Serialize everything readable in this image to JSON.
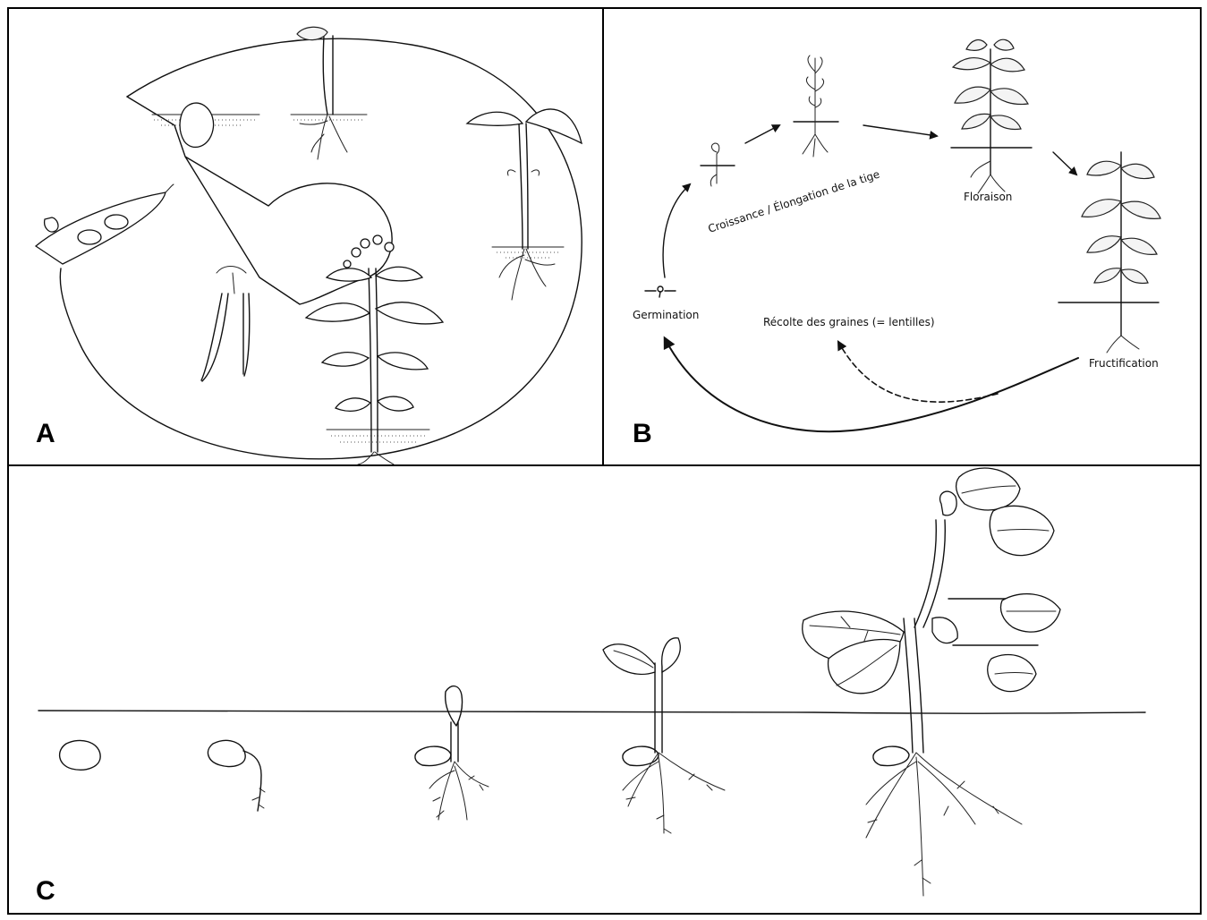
{
  "panels": {
    "a": {
      "letter": "A"
    },
    "b": {
      "letter": "B",
      "labels": {
        "germination": "Germination",
        "croissance": "Croissance / Élongation de la tige",
        "floraison": "Floraison",
        "fructification": "Fructification",
        "recolte": "Récolte des graines (= lentilles)"
      }
    },
    "c": {
      "letter": "C"
    }
  }
}
